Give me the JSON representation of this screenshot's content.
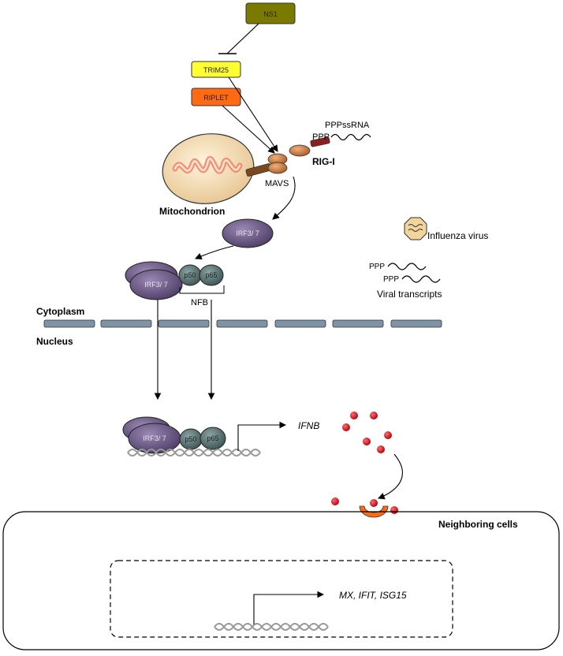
{
  "labels": {
    "ns1": "NS1",
    "trim25": "TRIM25",
    "riplet": "RIPLET",
    "ppp_ssrna": "PPPssRNA",
    "ppp": "PPP",
    "rig_i": "RIG-I",
    "mavs": "MAVS",
    "mitochondrion": "Mitochondrion",
    "irf37": "IRF3/ 7",
    "p50": "p50",
    "p65": "p65",
    "nfb": "NFB",
    "influenza_virus": "Influenza virus",
    "viral_transcripts": "Viral transcripts",
    "cytoplasm": "Cytoplasm",
    "nucleus": "Nucleus",
    "ifnb": "IFNB",
    "neighboring_cells": "Neighboring cells",
    "isg_genes": "MX, IFIT, ISG15"
  },
  "colors": {
    "ns1": "#7a7a00",
    "trim25": "#ffff33",
    "riplet": "#ff6a13",
    "irf": "#6e5a88",
    "nfkb": "#5e7474",
    "mito": "#f5deb3",
    "mito_inner": "#f08070",
    "rigi": "#d2804a",
    "mavs_bar": "#7a4a1e",
    "membrane": "#7f93a6",
    "ifn_dot": "#e0101a",
    "receptor": "#ff6a13"
  }
}
